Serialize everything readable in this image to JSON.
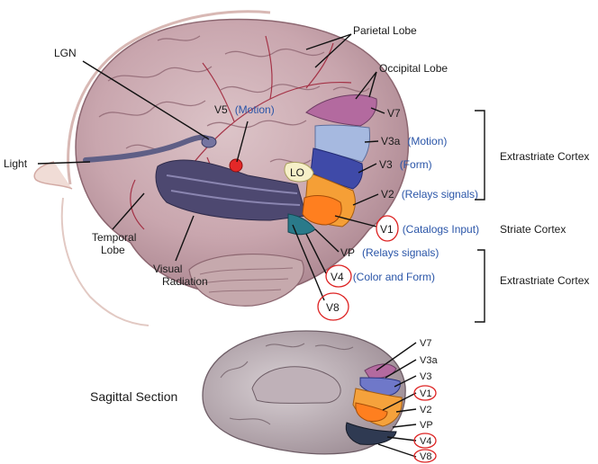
{
  "labels": {
    "lgn": "LGN",
    "light": "Light",
    "temporal_lobe": "Temporal Lobe",
    "visual_radiation": "Visual Radiation",
    "parietal_lobe": "Parietal Lobe",
    "occipital_lobe": "Occipital Lobe",
    "v5": "V5",
    "v5_note": "(Motion)",
    "lo": "LO",
    "v7": "V7",
    "v3a": "V3a",
    "v3a_note": "(Motion)",
    "v3": "V3",
    "v3_note": "(Form)",
    "v2": "V2",
    "v2_note": "(Relays signals)",
    "v1": "V1",
    "v1_note": "(Catalogs Input)",
    "vp": "VP",
    "vp_note": "(Relays signals)",
    "v4": "V4",
    "v4_note": "(Color and Form)",
    "v8": "V8"
  },
  "regions": {
    "extrastriate_top": "Extrastriate Cortex",
    "striate": "Striate Cortex",
    "extrastriate_bottom": "Extrastriate Cortex"
  },
  "sagittal": {
    "title": "Sagittal Section",
    "labels": [
      "V7",
      "V3a",
      "V3",
      "V1",
      "V2",
      "VP",
      "V4",
      "V8"
    ]
  }
}
